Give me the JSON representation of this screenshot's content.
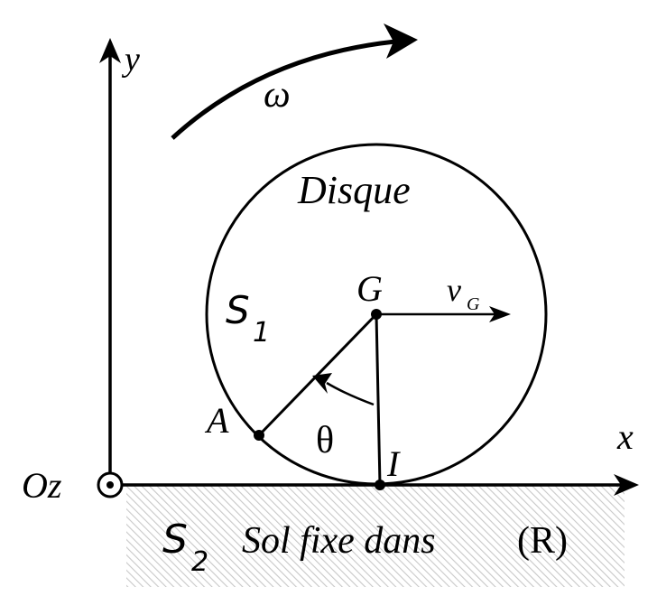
{
  "axes": {
    "x_label": "x",
    "y_label": "y",
    "origin_label": "Oz"
  },
  "rotation": {
    "omega_label": "ω"
  },
  "disk": {
    "title": "Disque",
    "solid_label": "S",
    "solid_index": "1",
    "center_label": "G",
    "velocity_label": "v",
    "velocity_subscript": "G",
    "point_a_label": "A",
    "point_i_label": "I",
    "angle_label": "θ"
  },
  "ground": {
    "solid_label": "S",
    "solid_index": "2",
    "description": "Sol fixe dans",
    "frame": "(R)"
  }
}
